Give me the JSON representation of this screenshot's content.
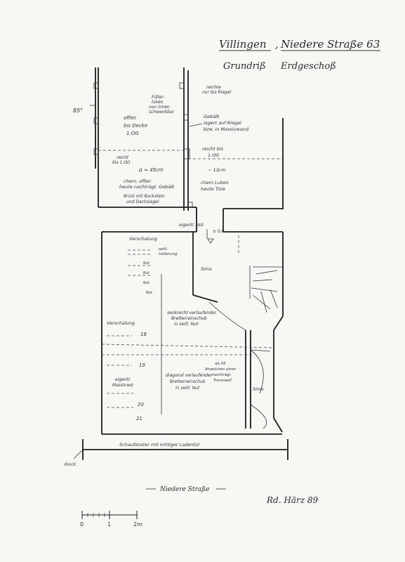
{
  "header": {
    "title_place": "Villingen",
    "title_sep": ",",
    "title_street": "Niedere Straße 63",
    "subtitle_plan": "Grundriß",
    "subtitle_floor": "Erdgeschoß"
  },
  "notes": {
    "angle": "85°",
    "fuellerluken": [
      "Füller-",
      "luken",
      "von innen",
      "schwenkbar"
    ],
    "reicht_riegel": [
      "reichte",
      "nur bis Riegel"
    ],
    "offen": [
      "offen",
      "bis Decke",
      "1.OG"
    ],
    "gebaelk": [
      "Gebälk",
      "lagert auf Riegel",
      "bzw. in Massivwand"
    ],
    "reicht_bis_right": [
      "reicht bis",
      "1.OG"
    ],
    "reicht_bis_left": [
      "reicht",
      "bis 1.OG"
    ],
    "delta": "Δ ≈ 45cm",
    "minus13": "~ 13cm",
    "chem_offen": [
      "chem. offen",
      "heute nachträgl. Gebälk"
    ],
    "chem_luken": [
      "chem Luken",
      "heute Türe"
    ],
    "brust": [
      "Brüst mit Backstein",
      "und Dachziegel"
    ],
    "eigentl_wd": "eigentl. Wd.",
    "level": "± 0,0",
    "verschalung_top": "Verschalung",
    "seitl_halterung": [
      "seitl.",
      "halterung"
    ],
    "nut_marks": [
      "Nut",
      "Nut",
      "Nut",
      "Nut"
    ],
    "sims_top": "Sims",
    "senkrecht": [
      "senkrecht verlaufender",
      "Bretterreinschub",
      "in seitl. Nut"
    ],
    "verschalung_left": "Verschalung",
    "marks": [
      "18",
      "19",
      "20",
      "21"
    ],
    "eigentl_massivwand": [
      "eigentl.",
      "Massivwd."
    ],
    "diagonal": [
      "diagonal verlaufender",
      "Bretterreinschub",
      "in seitl. Nut"
    ],
    "ab_05": [
      "ab 05",
      "Anzeichen einer",
      "nachträgl.",
      "Trennwd?"
    ],
    "sims_right": "Sims",
    "schaufenster": "Schaufenster mit mittiger Ladentür",
    "knick": "Knick"
  },
  "street": "Niedere Straße",
  "signature": "Rd. Härz 89",
  "scale": {
    "ticks": [
      "0",
      "1",
      "2m"
    ]
  }
}
